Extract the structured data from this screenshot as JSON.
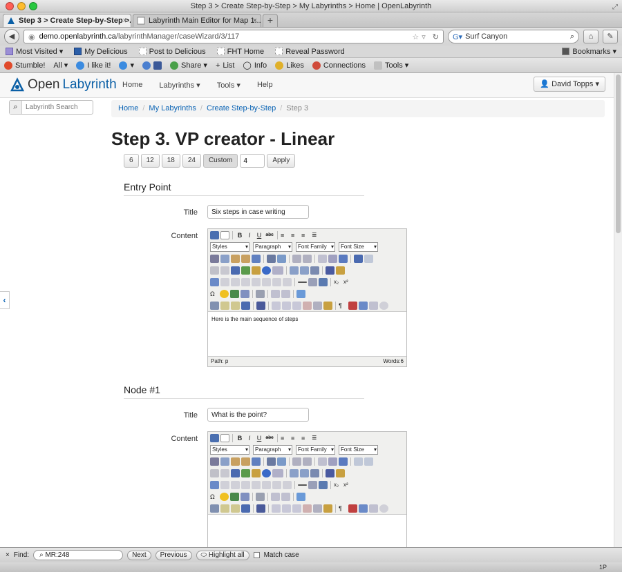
{
  "window": {
    "title": "Step 3 > Create Step-by-Step > My Labyrinths > Home | OpenLabyrinth"
  },
  "tabs": [
    {
      "label": "Step 3 > Create Step-by-Step >...",
      "close": "×"
    },
    {
      "label": "Labyrinth Main Editor for Map 1...",
      "close": "×"
    }
  ],
  "newtab": "+",
  "nav": {
    "url_domain": "demo.openlabyrinth.ca",
    "url_path": "/labyrinthManager/caseWizard/3/117",
    "search_value": "Surf Canyon"
  },
  "bookmarks": [
    {
      "label": "Most Visited ▾"
    },
    {
      "label": "My Delicious"
    },
    {
      "label": "Post to Delicious"
    },
    {
      "label": "FHT Home"
    },
    {
      "label": "Reveal Password"
    }
  ],
  "bookmarks_right": "Bookmarks ▾",
  "stumble": [
    {
      "label": "Stumble!",
      "color": "#e04a2a"
    },
    {
      "label": "All ▾",
      "color": ""
    },
    {
      "label": "I like it!",
      "color": "#3b8be0"
    },
    {
      "label": "▾",
      "color": "#3b8be0"
    },
    {
      "label": "",
      "color": "#4a7fd0"
    },
    {
      "label": "Share ▾",
      "color": "#4aa04a"
    },
    {
      "label": "List",
      "color": ""
    },
    {
      "label": "Info",
      "color": ""
    },
    {
      "label": "Likes",
      "color": "#e0b02a"
    },
    {
      "label": "Connections",
      "color": "#d04a3a"
    },
    {
      "label": "Tools ▾",
      "color": "#c0c0c0"
    }
  ],
  "app": {
    "logo_open": "Open",
    "logo_lab": "Labyrinth",
    "menu": [
      "Home",
      "Labyrinths ▾",
      "Tools ▾",
      "Help"
    ],
    "user": "David Topps ▾",
    "search_placeholder": "Labyrinth Search",
    "breadcrumb": [
      "Home",
      "My Labyrinths",
      "Create Step-by-Step",
      "Step 3"
    ]
  },
  "wizard": {
    "heading": "Step 3. VP creator - Linear",
    "sizes": [
      "6",
      "12",
      "18",
      "24",
      "Custom"
    ],
    "custom_value": "4",
    "apply": "Apply"
  },
  "editor_labels": {
    "title": "Title",
    "content": "Content",
    "styles": "Styles",
    "paragraph": "Paragraph",
    "font_family": "Font Family",
    "font_size": "Font Size"
  },
  "sections": [
    {
      "heading": "Entry Point",
      "title_value": "Six steps in case writing",
      "content": "Here is the main sequence of steps",
      "path": "Path: p",
      "words": "Words:6"
    },
    {
      "heading": "Node #1",
      "title_value": "What is the point?",
      "content": ""
    }
  ],
  "findbar": {
    "close": "×",
    "label": "Find:",
    "value": "MR:248",
    "next": "Next",
    "previous": "Previous",
    "highlight": "Highlight all",
    "match": "Match case"
  },
  "bottombar": "1P"
}
